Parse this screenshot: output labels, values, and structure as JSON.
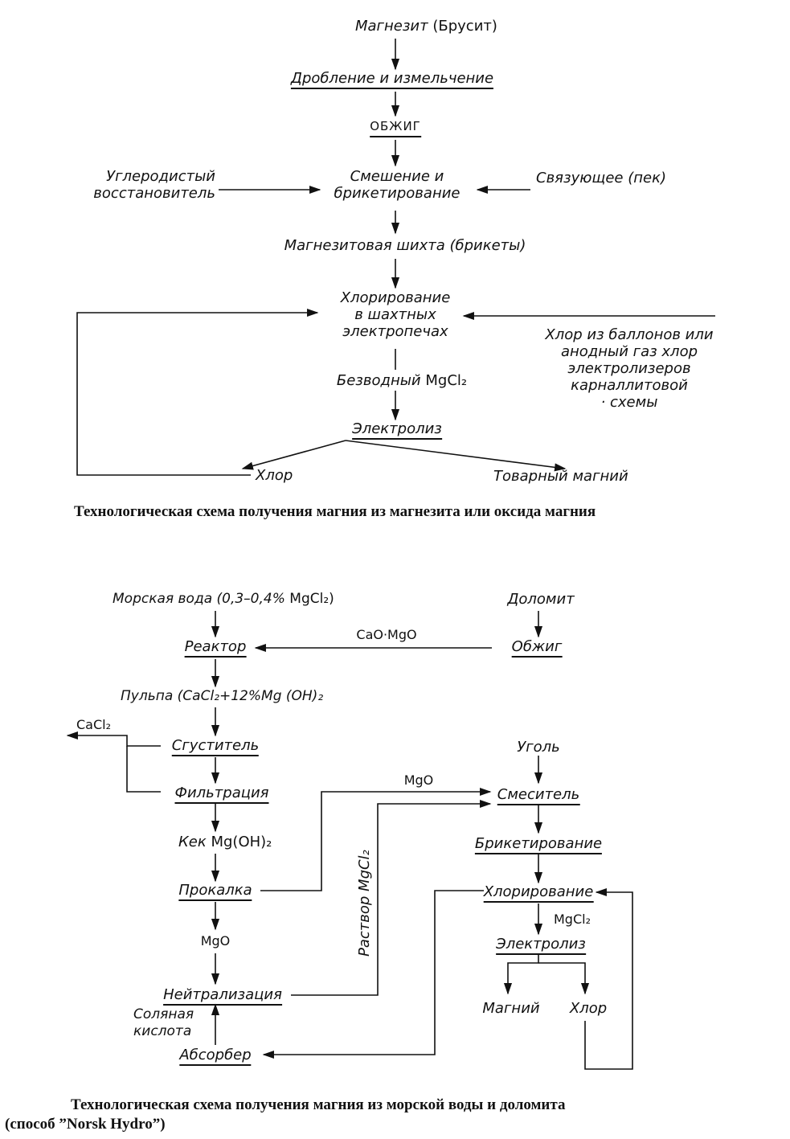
{
  "diagram1": {
    "magnesite": "Магнезит",
    "brucite": "(Брусит)",
    "crushing": "Дробление и измельчение",
    "roasting": "ОБЖИГ",
    "carbon_line1": "Углеродистый",
    "carbon_line2": "восстановитель",
    "mixing_line1": "Смешение и",
    "mixing_line2": "брикетирование",
    "binder": "Связующее (пек)",
    "charge": "Магнезитовая шихта (брикеты)",
    "chlor_line1": "Хлорирование",
    "chlor_line2": "в шахтных",
    "chlor_line3": "электропечах",
    "chlorine_src_line1": "Хлор из баллонов или",
    "chlorine_src_line2": "анодный газ хлор",
    "chlorine_src_line3": "электролизеров",
    "chlorine_src_line4": "карналлитовой",
    "chlorine_src_line5": "· схемы",
    "anhydrous": "Безводный",
    "mgcl2": "MgCl₂",
    "electrolysis": "Электролиз",
    "chlorine": "Хлор",
    "commercial_mg": "Товарный магний",
    "caption": "Технологическая схема получения магния из магнезита или оксида магния"
  },
  "diagram2": {
    "seawater": "Морская вода (0,3–0,4%",
    "seawater_formula": "MgCl₂)",
    "dolomite": "Доломит",
    "reactor": "Реактор",
    "cao_mgo": "CaO·MgO",
    "roasting": "Обжиг",
    "pulp": "Пульпа (CaCl₂+12%Mg (OH)₂",
    "cacl2": "CaCl₂",
    "thickener": "Сгуститель",
    "coal": "Уголь",
    "filtration": "Фильтрация",
    "mgo_top": "MgO",
    "mixer": "Смеситель",
    "cake": "Кек",
    "cake_formula": "Mg(OH)₂",
    "briquetting": "Брикетирование",
    "solution_mgcl2": "Раствор MgCl₂",
    "calcination": "Прокалка",
    "chlorination": "Хлорирование",
    "mgcl2": "MgCl₂",
    "mgo": "MgO",
    "electrolysis": "Электролиз",
    "neutralization": "Нейтрализация",
    "magnesium": "Магний",
    "chlorine": "Хлор",
    "hcl_line1": "Соляная",
    "hcl_line2": "кислота",
    "absorber": "Абсорбер",
    "caption_line1": "Технологическая схема получения магния из морской воды и доломита",
    "caption_line2": "(способ ”Norsk Hydro”)"
  }
}
